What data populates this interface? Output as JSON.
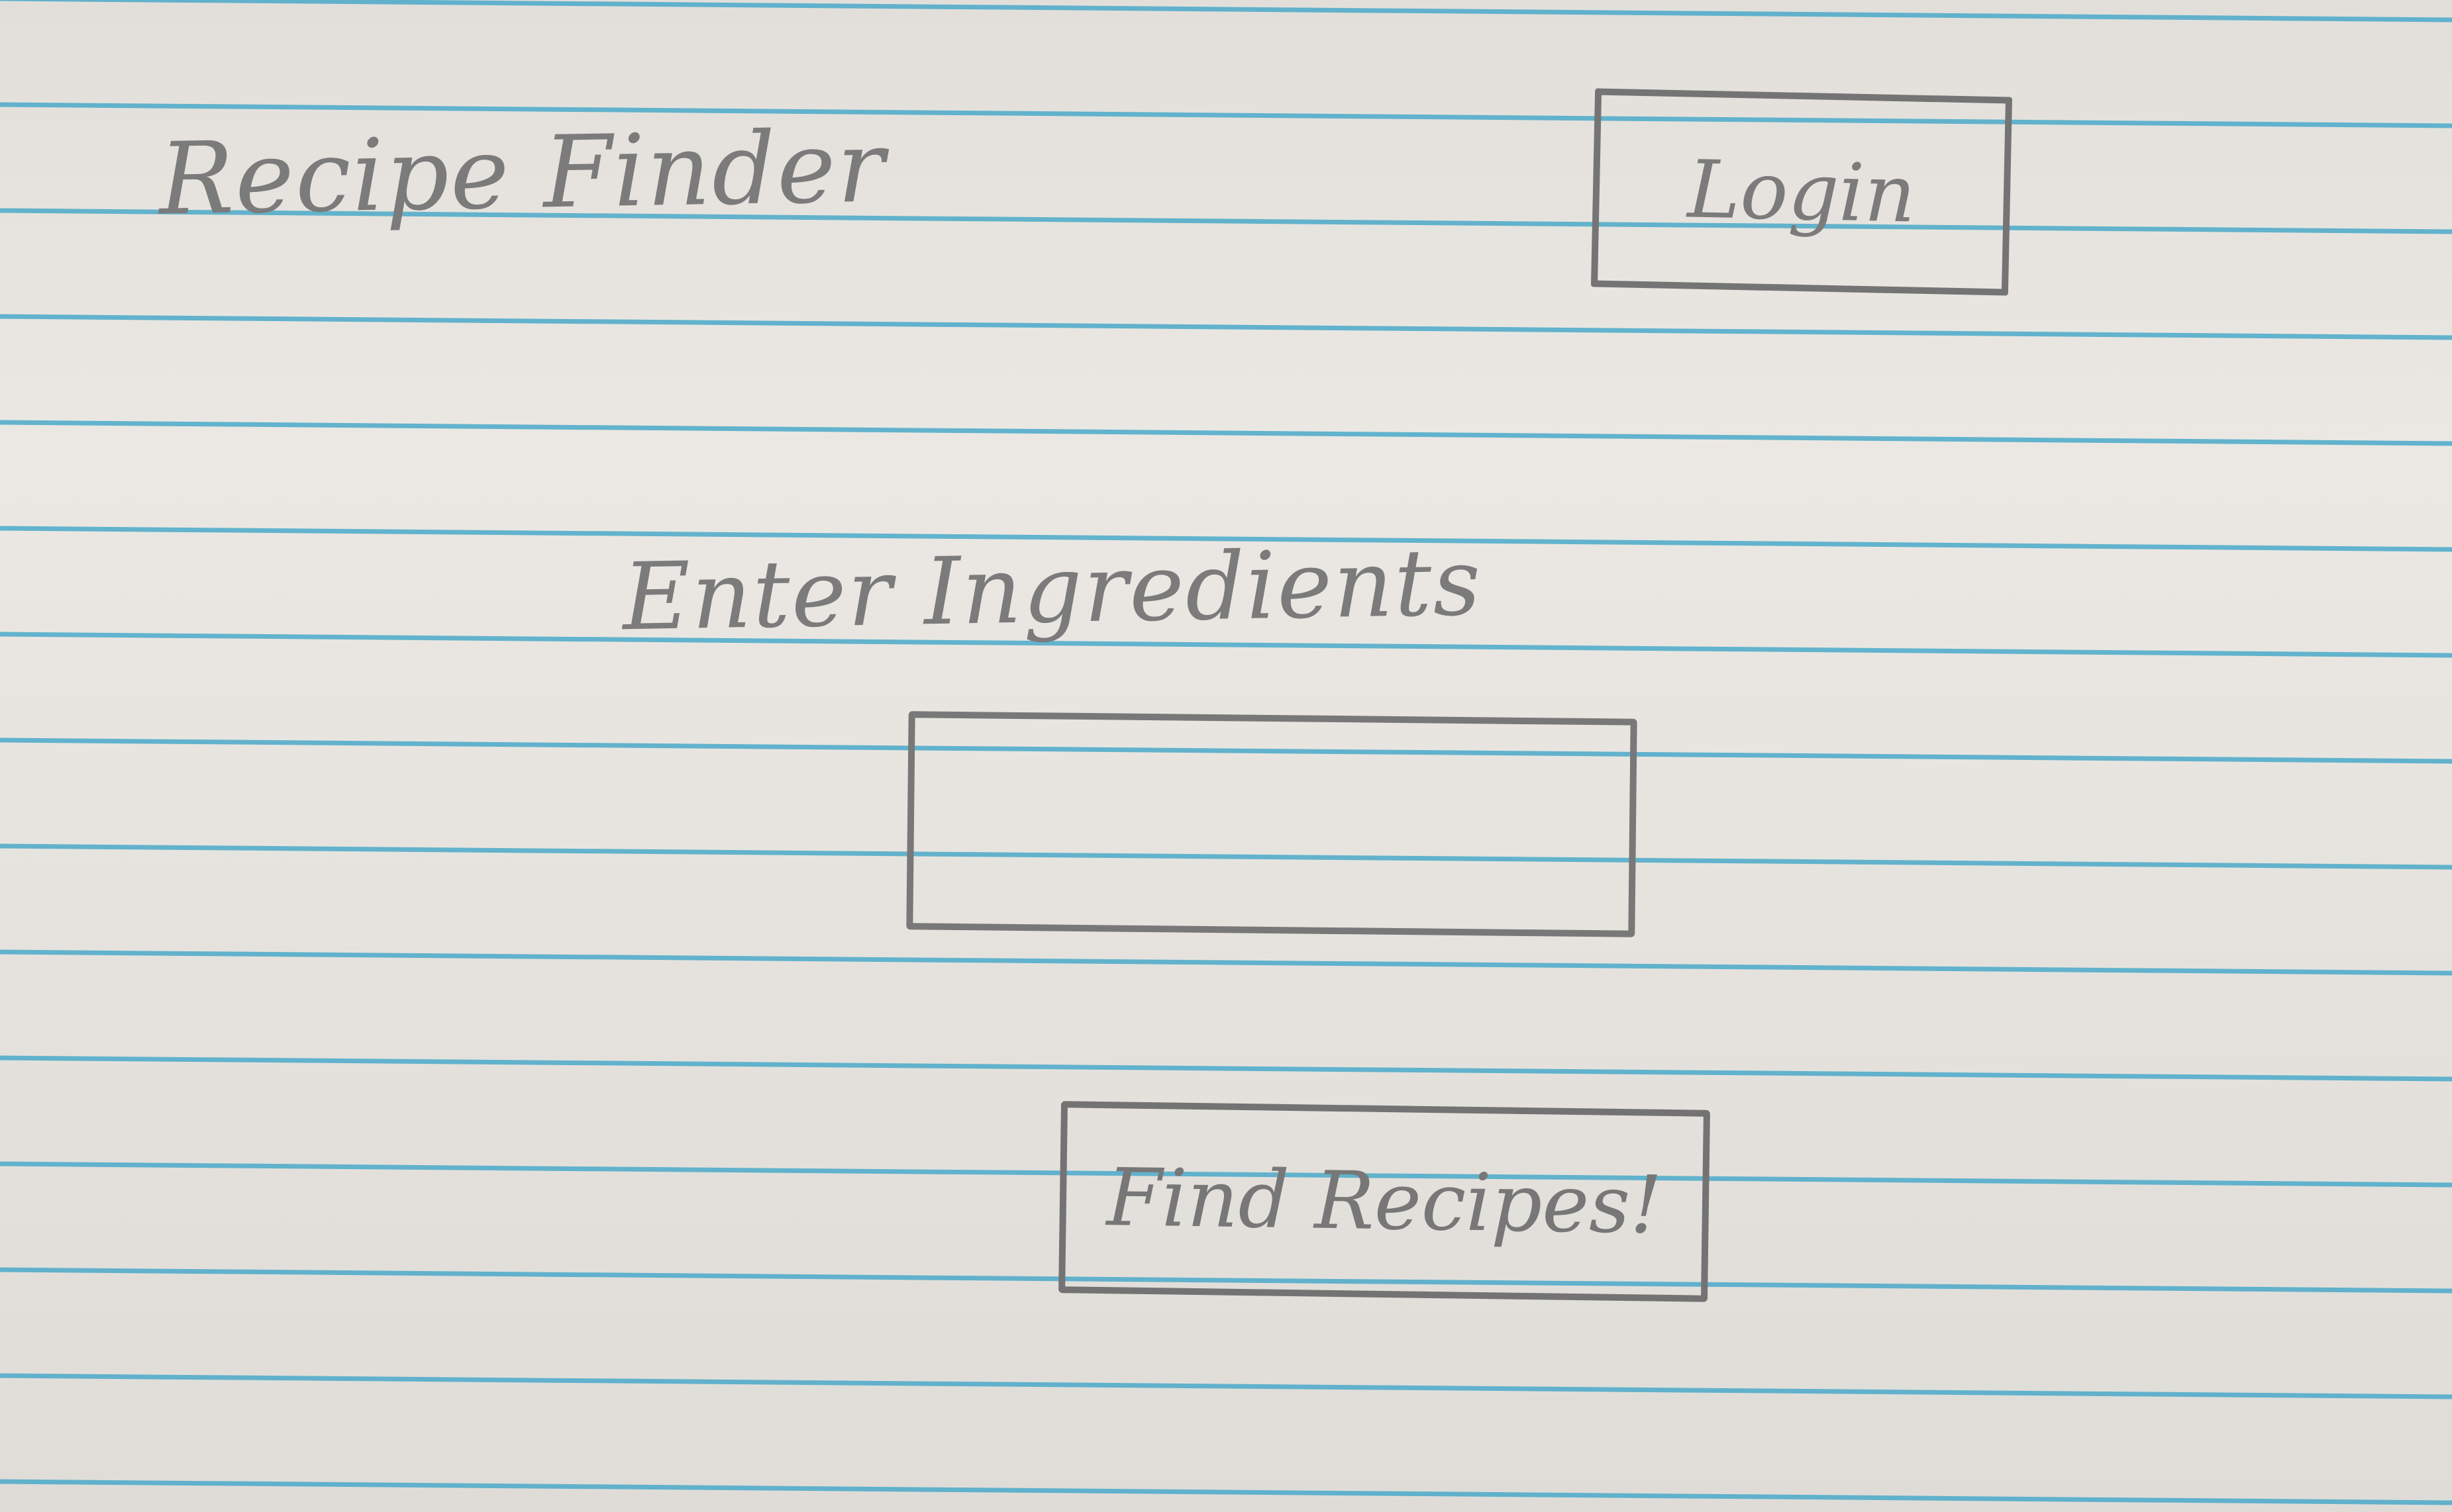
{
  "app": {
    "title": "Recipe Finder"
  },
  "header": {
    "login_label": "Login"
  },
  "main": {
    "ingredients_label": "Enter Ingredients",
    "ingredients_input": {
      "value": "",
      "placeholder": ""
    },
    "find_recipes_label": "Find Recipes!"
  },
  "colors": {
    "paper": "#ebe8e3",
    "rule_line": "#4aa9c9",
    "pencil": "#777777"
  }
}
